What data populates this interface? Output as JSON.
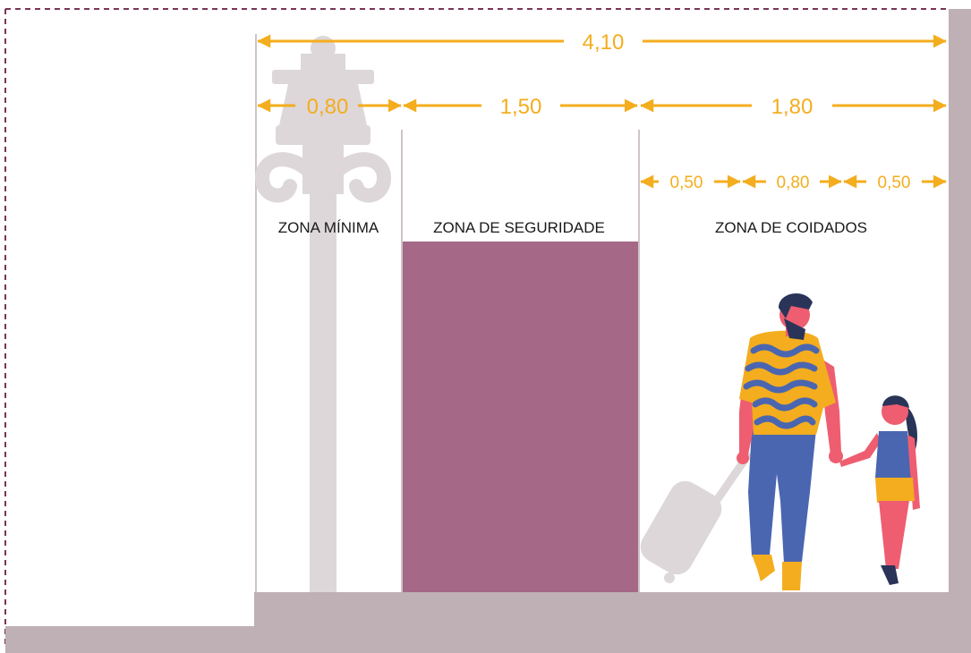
{
  "colors": {
    "dimension": "#f4ad1e",
    "ground": "#bfb0b5",
    "safety_zone": "#a56886",
    "lamp": "#ddd7d9",
    "divider": "#cfc3c8",
    "border_dashes": "#7a3556",
    "suitcase": "#ddd7d9",
    "skin": "#ee5e70",
    "shirt_yellow": "#f4ad1e",
    "shirt_stripes": "#4a66b0",
    "trousers": "#4a66b0",
    "hair": "#2a3458",
    "shorts": "#f4ad1e",
    "tank_top": "#4a66b0"
  },
  "dimensions": {
    "total": "4,10",
    "minimum": "0,80",
    "safety": "1,50",
    "care": "1,80",
    "care_left": "0,50",
    "care_middle": "0,80",
    "care_right": "0,50"
  },
  "zones": {
    "minimum": "ZONA MÍNIMA",
    "safety": "ZONA DE SEGURIDADE",
    "care": "ZONA DE COIDADOS"
  },
  "icons": [
    "street-lamp-icon",
    "suitcase-icon",
    "father-figure-icon",
    "child-figure-icon"
  ]
}
